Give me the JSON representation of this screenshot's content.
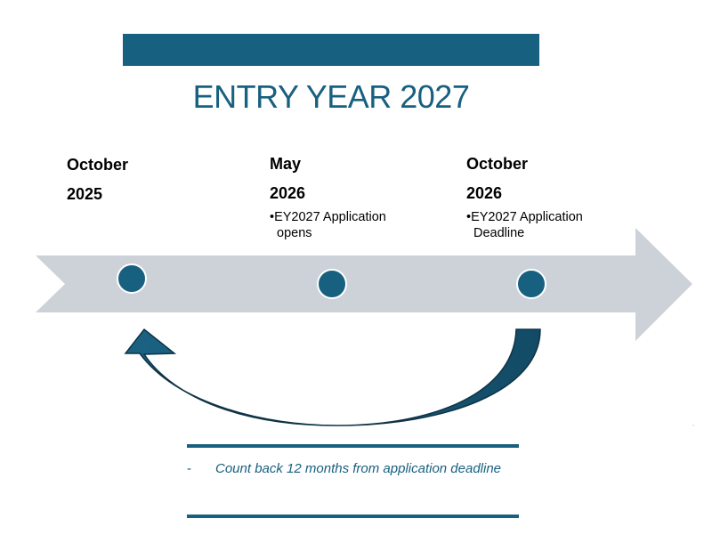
{
  "header": {
    "title": "ENTRY YEAR 2027"
  },
  "timeline": {
    "milestones": [
      {
        "month": "October",
        "year": "2025",
        "bullet": ""
      },
      {
        "month": "May",
        "year": "2026",
        "bullet": "•EY2027 Application opens"
      },
      {
        "month": "October",
        "year": "2026",
        "bullet": "•EY2027 Application Deadline"
      }
    ]
  },
  "note": {
    "dash": "-",
    "text": "Count back 12 months from application deadline"
  },
  "colors": {
    "primary": "#18607f",
    "arrow_body": "#cdd2d9",
    "curved_arrow": "#195f7e",
    "curved_arrow_outline": "#0e3346",
    "text": "#000000"
  }
}
